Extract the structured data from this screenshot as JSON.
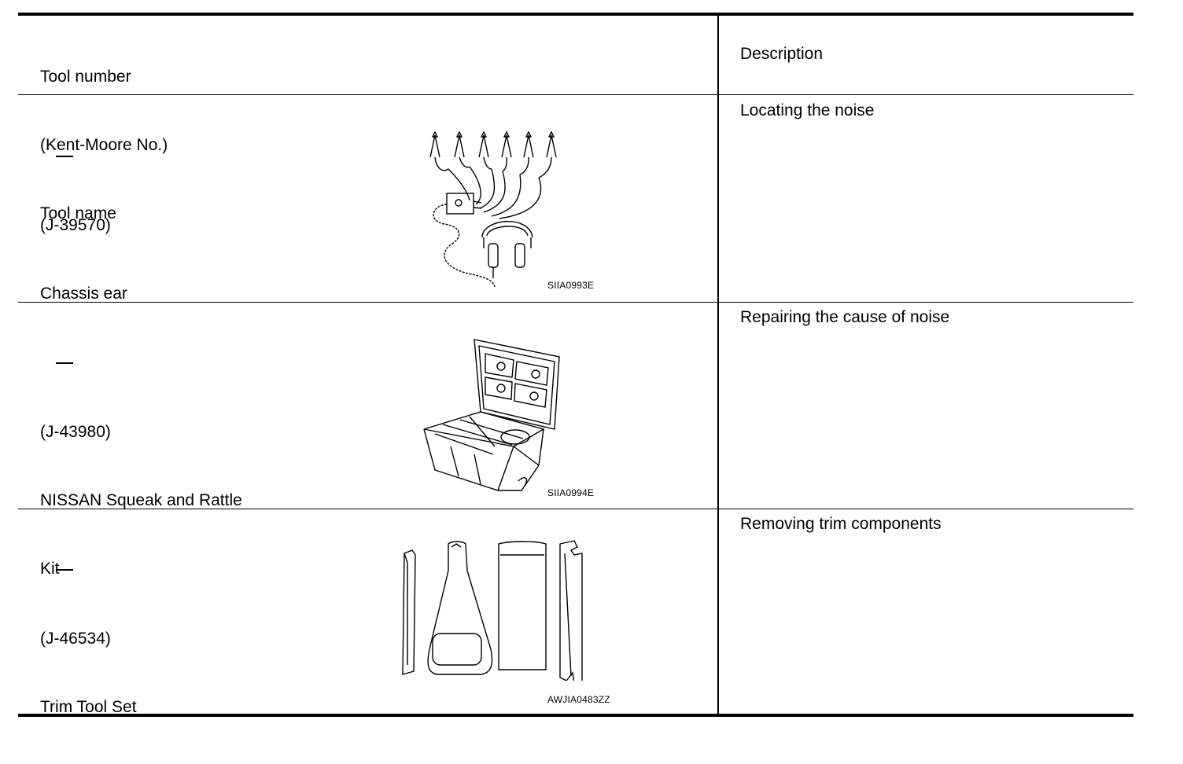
{
  "header": {
    "tool_lines": [
      "Tool number",
      "(Kent-Moore No.)",
      "Tool name"
    ],
    "description": "Description"
  },
  "rows": [
    {
      "tool_number": "—",
      "kent_moore": "(J-39570)",
      "tool_name_lines": [
        "Chassis ear"
      ],
      "figure_code": "SIIA0993E",
      "description": "Locating the noise"
    },
    {
      "tool_number": "—",
      "kent_moore": "(J-43980)",
      "tool_name_lines": [
        "NISSAN Squeak and Rattle",
        "Kit"
      ],
      "figure_code": "SIIA0994E",
      "description": "Repairing the cause of noise"
    },
    {
      "tool_number": "—",
      "kent_moore": "(J-46534)",
      "tool_name_lines": [
        "Trim Tool Set"
      ],
      "figure_code": "AWJIA0483ZZ",
      "description": "Removing trim components"
    }
  ]
}
